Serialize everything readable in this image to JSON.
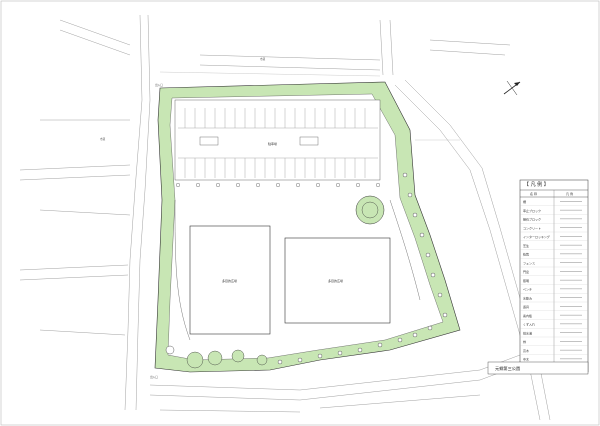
{
  "legend": {
    "title": "【 凡 例 】",
    "col_name": "名 称",
    "col_symbol": "凡 例",
    "rows": [
      {
        "name": "柵"
      },
      {
        "name": "車止ブロック"
      },
      {
        "name": "縁石ブロック"
      },
      {
        "name": "コンクリート"
      },
      {
        "name": "インターロッキング"
      },
      {
        "name": "芝生"
      },
      {
        "name": "植栽"
      },
      {
        "name": "フェンス"
      },
      {
        "name": "門扉"
      },
      {
        "name": "照明"
      },
      {
        "name": "ベンチ"
      },
      {
        "name": "水飲み"
      },
      {
        "name": "遊具"
      },
      {
        "name": "案内板"
      },
      {
        "name": "くず入れ"
      },
      {
        "name": "排水溝"
      },
      {
        "name": "桝"
      },
      {
        "name": "高木"
      },
      {
        "name": "中木"
      },
      {
        "name": "低木"
      }
    ]
  },
  "sheet_title": "元郷第三公園",
  "labels": {
    "parking": "駐車場",
    "plaza_a": "多目的広場",
    "plaza_b": "多目的広場",
    "entrance_n": "出入口",
    "entrance_s": "出入口",
    "road_w": "市道",
    "road_n": "市道"
  },
  "colors": {
    "green": "#c8e6b4",
    "line": "#333333",
    "light_line": "#999999"
  }
}
